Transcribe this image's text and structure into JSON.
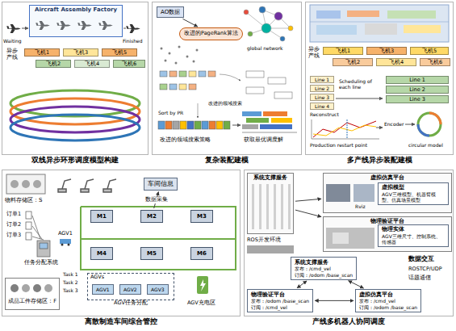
{
  "diagram": {
    "nodes": [
      {
        "text": [
          "双线异步环形调度模型构建"
        ]
      },
      {
        "text": [
          "Aircraft Assembly Factory"
        ],
        "in": 0
      },
      {
        "text": [
          "飞机1"
        ],
        "in": 0
      },
      {
        "text": [
          "飞机3"
        ],
        "in": 0
      },
      {
        "text": [
          "飞机5"
        ],
        "in": 0
      },
      {
        "text": [
          "飞机2"
        ],
        "in": 0
      },
      {
        "text": [
          "飞机4"
        ],
        "in": 0
      },
      {
        "text": [
          "飞机6"
        ],
        "in": 0
      },
      {
        "text": [
          "复杂装配建模"
        ]
      },
      {
        "text": [
          "AO数据"
        ],
        "in": 8
      },
      {
        "text": [
          "改进的PageRank算法"
        ],
        "in": 8
      },
      {
        "text": [
          "多产线异步装配建模"
        ]
      },
      {
        "text": [
          "飞机1"
        ],
        "in": 11
      },
      {
        "text": [
          "飞机3"
        ],
        "in": 11
      },
      {
        "text": [
          "飞机5"
        ],
        "in": 11
      },
      {
        "text": [
          "飞机2"
        ],
        "in": 11
      },
      {
        "text": [
          "飞机4"
        ],
        "in": 11
      },
      {
        "text": [
          "飞机6"
        ],
        "in": 11
      },
      {
        "text": [
          "Line 1"
        ],
        "in": 11
      },
      {
        "text": [
          "Line 2"
        ],
        "in": 11
      },
      {
        "text": [
          "Line 3"
        ],
        "in": 11
      },
      {
        "text": [
          "Line 4"
        ],
        "in": 11
      },
      {
        "text": [
          "Line 1"
        ],
        "in": 11
      },
      {
        "text": [
          "Line 2"
        ],
        "in": 11
      },
      {
        "text": [
          "Line 3"
        ],
        "in": 11
      },
      {
        "text": [
          "离散制造车间综合管控"
        ]
      },
      {
        "text": [
          "车间信息"
        ],
        "in": 25
      },
      {
        "text": [
          "M1"
        ],
        "in": 25
      },
      {
        "text": [
          "M2"
        ],
        "in": 25
      },
      {
        "text": [
          "M3"
        ],
        "in": 25
      },
      {
        "text": [
          "M4"
        ],
        "in": 25
      },
      {
        "text": [
          "M5"
        ],
        "in": 25
      },
      {
        "text": [
          "M6"
        ],
        "in": 25
      },
      {
        "text": [
          "AGVs",
          "AGV任务分配"
        ],
        "in": 25
      },
      {
        "text": [
          "AGV1"
        ],
        "in": 33
      },
      {
        "text": [
          "AGV2"
        ],
        "in": 33
      },
      {
        "text": [
          "AGV3"
        ],
        "in": 33
      },
      {
        "text": [
          "成品工件存储区：F"
        ],
        "in": 25
      },
      {
        "text": [
          "产线多机器人协同调度"
        ]
      },
      {
        "text": [
          "系统支撑服务"
        ],
        "in": 38
      },
      {
        "text": [
          "虚拟仿真平台"
        ],
        "in": 38
      },
      {
        "text": [
          "虚拟模型",
          "AGV三维模型、机器臂模型、仿真场景模型"
        ],
        "in": 40
      },
      {
        "text": [
          "物理验证平台"
        ],
        "in": 38
      },
      {
        "text": [
          "物理实体",
          "AGV三维尺寸、控制系统、传感器"
        ],
        "in": 42
      },
      {
        "text": [
          "系统支撑服务",
          "发布：/cmd_vel",
          "订阅：/odom /base_scan"
        ],
        "in": 38
      },
      {
        "text": [
          "物理验证平台",
          "发布：/odom /base_scan",
          "订阅：/cmd_vel"
        ],
        "in": 38
      },
      {
        "text": [
          "虚拟仿真平台",
          "发布：/cmd_vel",
          "订阅：/odom /base_scan"
        ],
        "in": 38
      }
    ],
    "edges": [
      {
        "from": 9,
        "to": 10,
        "arrow": "to"
      },
      {
        "from": 28,
        "to": 26,
        "arrow": "to",
        "label": "数据采集"
      },
      {
        "from": 39,
        "to": 40,
        "arrow": "to"
      },
      {
        "from": 39,
        "to": 42,
        "arrow": "to"
      },
      {
        "from": 44,
        "to": 45,
        "arrow": "both"
      },
      {
        "from": 44,
        "to": 46,
        "arrow": "both"
      },
      {
        "from": 45,
        "to": 46,
        "arrow": "both"
      }
    ],
    "labels": [
      "Waiting",
      "Finished",
      "异步产线",
      "global network",
      "改进的领域搜索",
      "Sort by PR",
      "改进的领域搜索策略",
      "获取最优调度解",
      "异步产线",
      "Scheduling of each line",
      "Reconstruct",
      "Production restart point",
      "Encoder",
      "circular model",
      "物料存储区：S",
      "订单1",
      "订单2",
      "订单3",
      "任务分配系统",
      "AGV1",
      "Task 1",
      "Task 2",
      "Task 3",
      "AGV充电区",
      "数据交互",
      "ROSTCP/UDP",
      "话题通信",
      "ROS开发环境",
      "Rviz"
    ]
  }
}
